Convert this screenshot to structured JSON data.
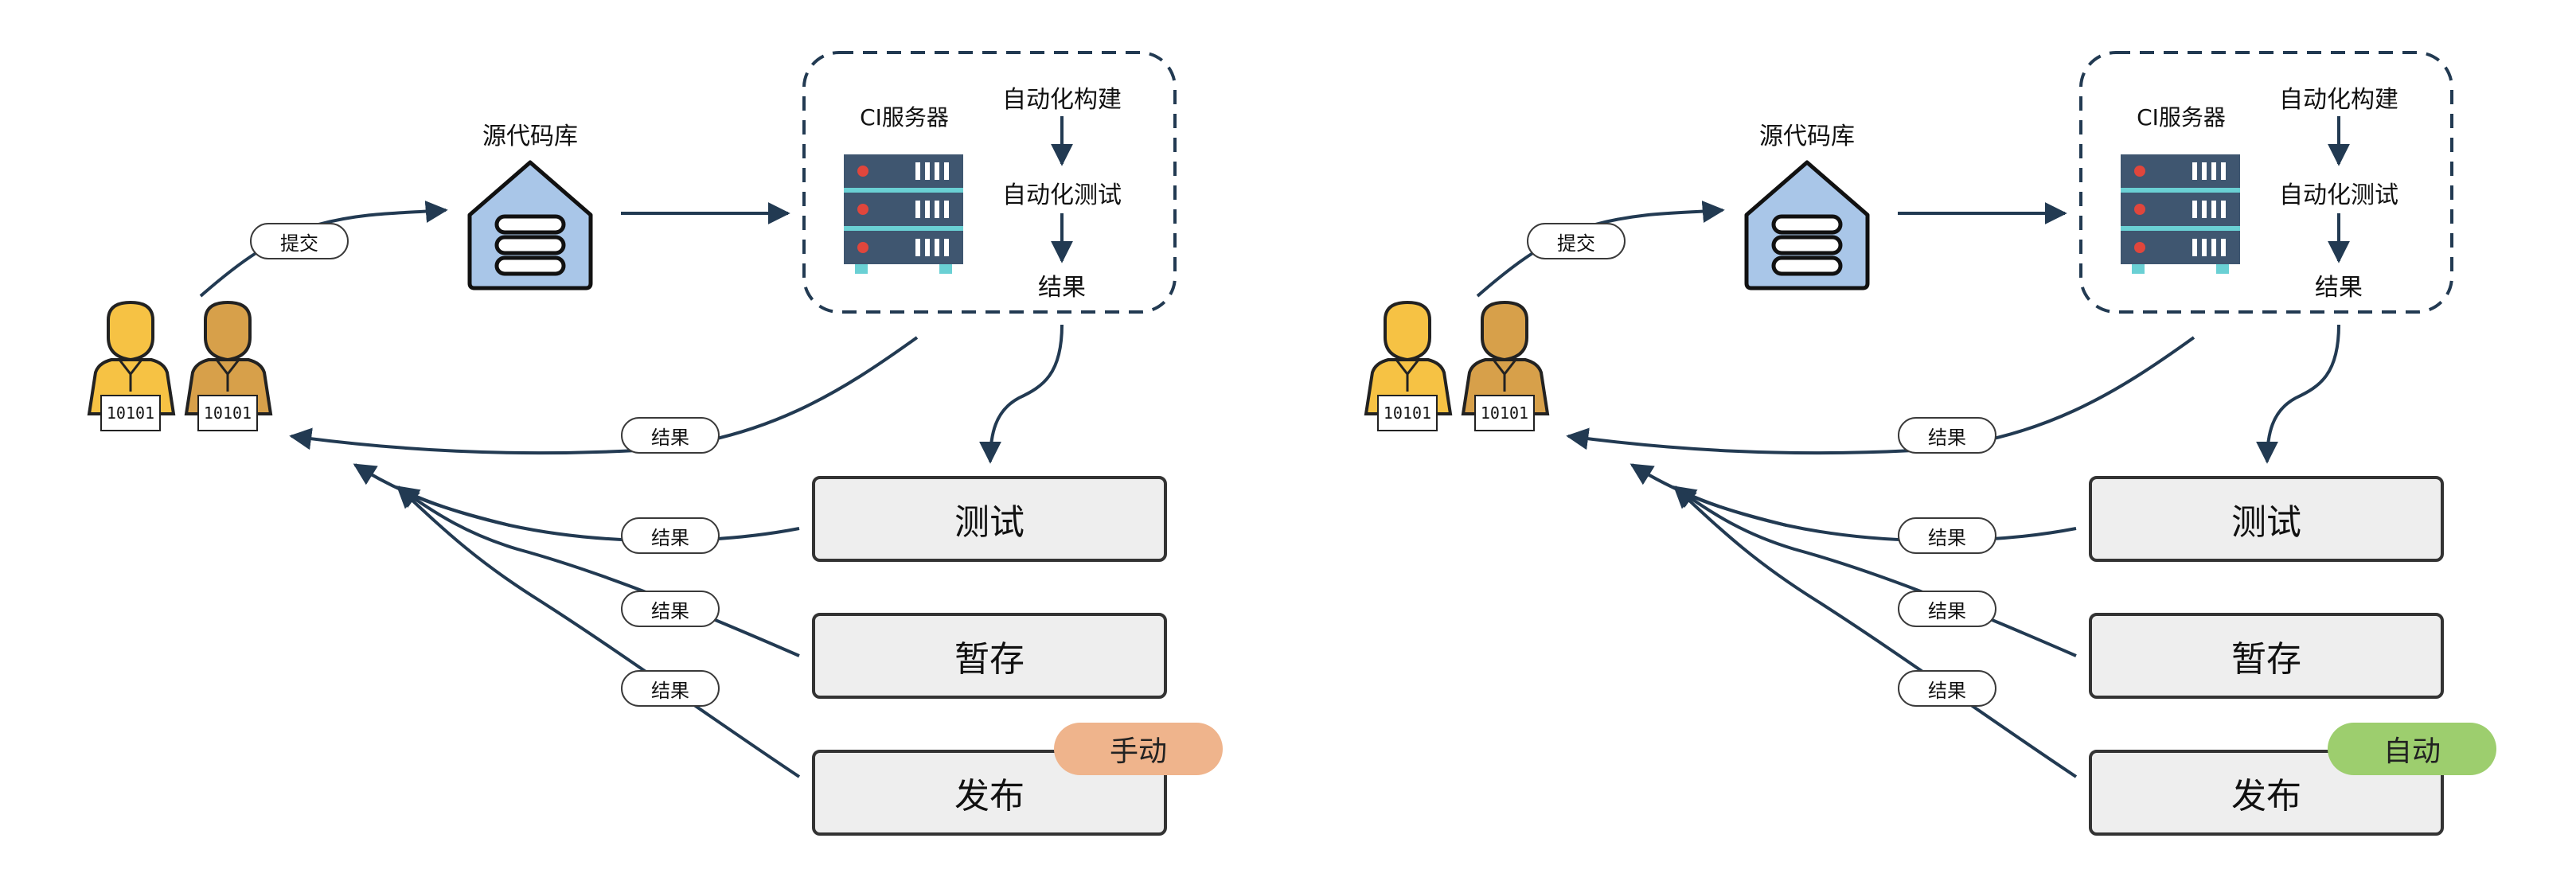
{
  "panels": [
    {
      "repo_label": "源代码库",
      "ci_label": "CI服务器",
      "steps": [
        "自动化构建",
        "自动化测试",
        "结果"
      ],
      "commit_label": "提交",
      "result_labels": [
        "结果",
        "结果",
        "结果",
        "结果"
      ],
      "stages": [
        "测试",
        "暂存",
        "发布"
      ],
      "developer_cards": [
        "10101",
        "10101"
      ],
      "badge": {
        "label": "手动",
        "color": "#efb48c"
      }
    },
    {
      "repo_label": "源代码库",
      "ci_label": "CI服务器",
      "steps": [
        "自动化构建",
        "自动化测试",
        "结果"
      ],
      "commit_label": "提交",
      "result_labels": [
        "结果",
        "结果",
        "结果",
        "结果"
      ],
      "stages": [
        "测试",
        "暂存",
        "发布"
      ],
      "developer_cards": [
        "10101",
        "10101"
      ],
      "badge": {
        "label": "自动",
        "color": "#9dce6e"
      }
    }
  ],
  "colors": {
    "line": "#223a52",
    "dashed_border": "#223a52",
    "repo_fill": "#a9c6e8",
    "server_body": "#3f5670",
    "server_led": "#e0463c",
    "server_base": "#6ad0d4",
    "person_light": "#f6c244",
    "person_dark": "#d7a04a"
  }
}
